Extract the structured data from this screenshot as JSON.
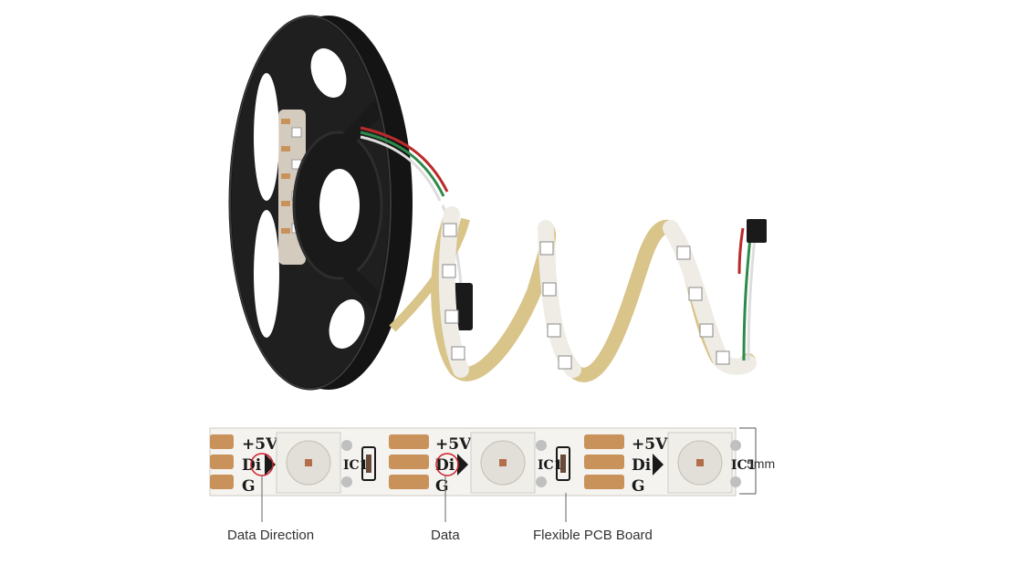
{
  "colors": {
    "reel": "#1b1b1b",
    "tape": "#d9c48a",
    "pad": "#c9925a",
    "pcb": "#f4f3ef",
    "marker": "#d0202a"
  },
  "strip": {
    "segment_labels": [
      {
        "vplus": "+5V",
        "di": "Di",
        "g": "G",
        "ic": "IC1"
      },
      {
        "vplus": "+5V",
        "di": "Di",
        "g": "G",
        "ic": "IC1"
      },
      {
        "vplus": "+5V",
        "di": "Di",
        "g": "G",
        "ic": "IC1"
      }
    ],
    "width_label": "5mm"
  },
  "callouts": {
    "data_direction": "Data Direction",
    "data": "Data",
    "flexible_pcb": "Flexible PCB Board"
  }
}
